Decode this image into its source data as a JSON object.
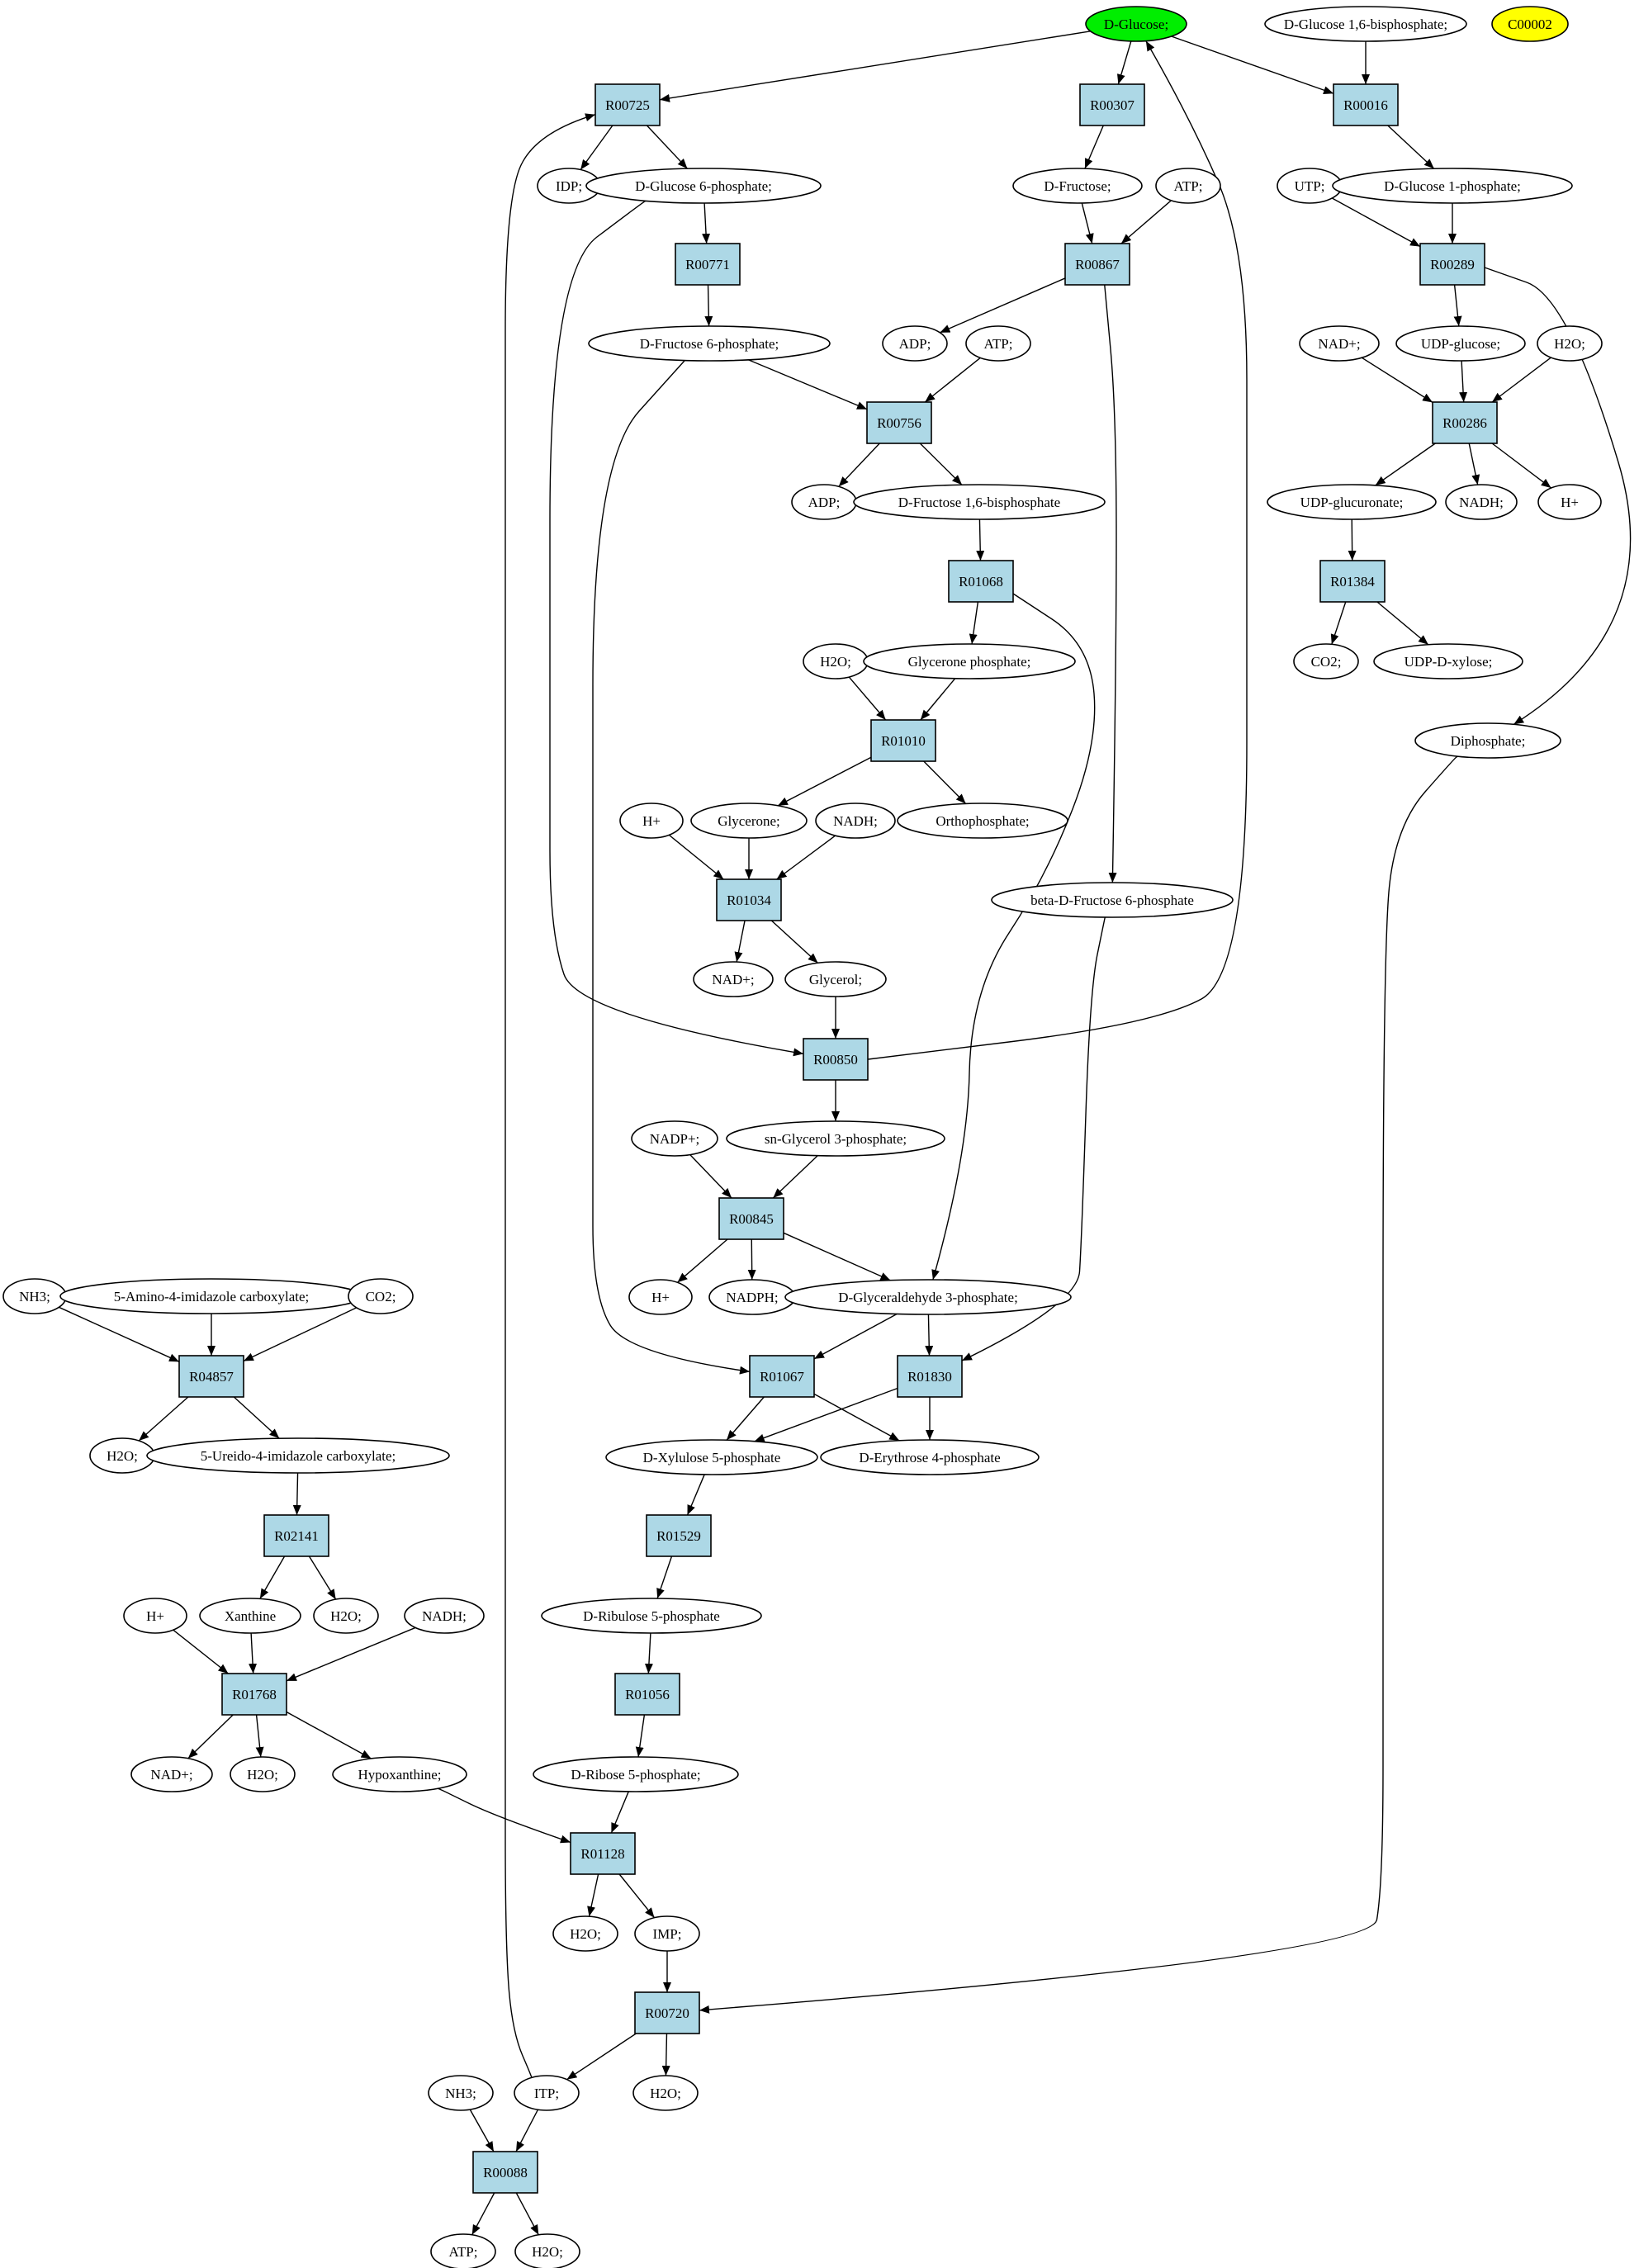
{
  "colors": {
    "reaction_fill": "#add8e6",
    "compound_fill": "#ffffff",
    "highlight_source": "#00ee00",
    "highlight_other": "#ffff00",
    "stroke": "#000000"
  },
  "nodes": [
    {
      "id": "glc",
      "label": "D-Glucose;",
      "shape": "ellipse",
      "fill": "#00ee00"
    },
    {
      "id": "glc16bp",
      "label": "D-Glucose 1,6-bisphosphate;",
      "shape": "ellipse"
    },
    {
      "id": "c00002",
      "label": "C00002",
      "shape": "ellipse",
      "fill": "#ffff00"
    },
    {
      "id": "R00725",
      "label": "R00725",
      "shape": "box"
    },
    {
      "id": "R00307",
      "label": "R00307",
      "shape": "box"
    },
    {
      "id": "R00016",
      "label": "R00016",
      "shape": "box"
    },
    {
      "id": "idp",
      "label": "IDP;",
      "shape": "ellipse"
    },
    {
      "id": "g6p",
      "label": "D-Glucose 6-phosphate;",
      "shape": "ellipse"
    },
    {
      "id": "fru",
      "label": "D-Fructose;",
      "shape": "ellipse"
    },
    {
      "id": "atp1",
      "label": "ATP;",
      "shape": "ellipse"
    },
    {
      "id": "utp",
      "label": "UTP;",
      "shape": "ellipse"
    },
    {
      "id": "g1p",
      "label": "D-Glucose 1-phosphate;",
      "shape": "ellipse"
    },
    {
      "id": "R00771",
      "label": "R00771",
      "shape": "box"
    },
    {
      "id": "R00867",
      "label": "R00867",
      "shape": "box"
    },
    {
      "id": "R00289",
      "label": "R00289",
      "shape": "box"
    },
    {
      "id": "f6p",
      "label": "D-Fructose 6-phosphate;",
      "shape": "ellipse"
    },
    {
      "id": "adp1",
      "label": "ADP;",
      "shape": "ellipse"
    },
    {
      "id": "atp2",
      "label": "ATP;",
      "shape": "ellipse"
    },
    {
      "id": "nadp_r",
      "label": "NAD+;",
      "shape": "ellipse"
    },
    {
      "id": "udpglc",
      "label": "UDP-glucose;",
      "shape": "ellipse"
    },
    {
      "id": "h2o_r",
      "label": "H2O;",
      "shape": "ellipse"
    },
    {
      "id": "R00756",
      "label": "R00756",
      "shape": "box"
    },
    {
      "id": "R00286",
      "label": "R00286",
      "shape": "box"
    },
    {
      "id": "adp2",
      "label": "ADP;",
      "shape": "ellipse"
    },
    {
      "id": "fbp",
      "label": "D-Fructose 1,6-bisphosphate",
      "shape": "ellipse"
    },
    {
      "id": "udpglcA",
      "label": "UDP-glucuronate;",
      "shape": "ellipse"
    },
    {
      "id": "nadh_r",
      "label": "NADH;",
      "shape": "ellipse"
    },
    {
      "id": "h_r",
      "label": "H+",
      "shape": "ellipse"
    },
    {
      "id": "R01068",
      "label": "R01068",
      "shape": "box"
    },
    {
      "id": "R01384",
      "label": "R01384",
      "shape": "box"
    },
    {
      "id": "h2o_a",
      "label": "H2O;",
      "shape": "ellipse"
    },
    {
      "id": "dhap",
      "label": "Glycerone phosphate;",
      "shape": "ellipse"
    },
    {
      "id": "co2_r",
      "label": "CO2;",
      "shape": "ellipse"
    },
    {
      "id": "udpxyl",
      "label": "UDP-D-xylose;",
      "shape": "ellipse"
    },
    {
      "id": "R01010",
      "label": "R01010",
      "shape": "box"
    },
    {
      "id": "ppi",
      "label": "Diphosphate;",
      "shape": "ellipse"
    },
    {
      "id": "h_a",
      "label": "H+",
      "shape": "ellipse"
    },
    {
      "id": "glyone",
      "label": "Glycerone;",
      "shape": "ellipse"
    },
    {
      "id": "nadh_a",
      "label": "NADH;",
      "shape": "ellipse"
    },
    {
      "id": "pi",
      "label": "Orthophosphate;",
      "shape": "ellipse"
    },
    {
      "id": "R01034",
      "label": "R01034",
      "shape": "box"
    },
    {
      "id": "bf6p",
      "label": "beta-D-Fructose 6-phosphate",
      "shape": "ellipse"
    },
    {
      "id": "nad_a",
      "label": "NAD+;",
      "shape": "ellipse"
    },
    {
      "id": "glycerol",
      "label": "Glycerol;",
      "shape": "ellipse"
    },
    {
      "id": "R00850",
      "label": "R00850",
      "shape": "box"
    },
    {
      "id": "g3p",
      "label": "sn-Glycerol 3-phosphate;",
      "shape": "ellipse"
    },
    {
      "id": "nadpp",
      "label": "NADP+;",
      "shape": "ellipse"
    },
    {
      "id": "R00845",
      "label": "R00845",
      "shape": "box"
    },
    {
      "id": "nh3_l",
      "label": "NH3;",
      "shape": "ellipse"
    },
    {
      "id": "aic",
      "label": "5-Amino-4-imidazole carboxylate;",
      "shape": "ellipse"
    },
    {
      "id": "co2_l",
      "label": "CO2;",
      "shape": "ellipse"
    },
    {
      "id": "h_b",
      "label": "H+",
      "shape": "ellipse"
    },
    {
      "id": "nadph",
      "label": "NADPH;",
      "shape": "ellipse"
    },
    {
      "id": "gap",
      "label": "D-Glyceraldehyde 3-phosphate;",
      "shape": "ellipse"
    },
    {
      "id": "R04857",
      "label": "R04857",
      "shape": "box"
    },
    {
      "id": "R01067",
      "label": "R01067",
      "shape": "box"
    },
    {
      "id": "R01830",
      "label": "R01830",
      "shape": "box"
    },
    {
      "id": "h2o_l1",
      "label": "H2O;",
      "shape": "ellipse"
    },
    {
      "id": "uic",
      "label": "5-Ureido-4-imidazole carboxylate;",
      "shape": "ellipse"
    },
    {
      "id": "xu5p",
      "label": "D-Xylulose 5-phosphate",
      "shape": "ellipse"
    },
    {
      "id": "e4p",
      "label": "D-Erythrose 4-phosphate",
      "shape": "ellipse"
    },
    {
      "id": "R02141",
      "label": "R02141",
      "shape": "box"
    },
    {
      "id": "R01529",
      "label": "R01529",
      "shape": "box"
    },
    {
      "id": "h_l",
      "label": "H+",
      "shape": "ellipse"
    },
    {
      "id": "xan",
      "label": "Xanthine",
      "shape": "ellipse"
    },
    {
      "id": "h2o_l2",
      "label": "H2O;",
      "shape": "ellipse"
    },
    {
      "id": "nadh_l",
      "label": "NADH;",
      "shape": "ellipse"
    },
    {
      "id": "ru5p",
      "label": "D-Ribulose 5-phosphate",
      "shape": "ellipse"
    },
    {
      "id": "R01768",
      "label": "R01768",
      "shape": "box"
    },
    {
      "id": "R01056",
      "label": "R01056",
      "shape": "box"
    },
    {
      "id": "nad_l",
      "label": "NAD+;",
      "shape": "ellipse"
    },
    {
      "id": "h2o_l3",
      "label": "H2O;",
      "shape": "ellipse"
    },
    {
      "id": "hyp",
      "label": "Hypoxanthine;",
      "shape": "ellipse"
    },
    {
      "id": "r5p",
      "label": "D-Ribose 5-phosphate;",
      "shape": "ellipse"
    },
    {
      "id": "R01128",
      "label": "R01128",
      "shape": "box"
    },
    {
      "id": "h2o_b1",
      "label": "H2O;",
      "shape": "ellipse"
    },
    {
      "id": "imp",
      "label": "IMP;",
      "shape": "ellipse"
    },
    {
      "id": "R00720",
      "label": "R00720",
      "shape": "box"
    },
    {
      "id": "nh3_b",
      "label": "NH3;",
      "shape": "ellipse"
    },
    {
      "id": "itp",
      "label": "ITP;",
      "shape": "ellipse"
    },
    {
      "id": "h2o_b2",
      "label": "H2O;",
      "shape": "ellipse"
    },
    {
      "id": "R00088",
      "label": "R00088",
      "shape": "box"
    },
    {
      "id": "atp_b",
      "label": "ATP;",
      "shape": "ellipse"
    },
    {
      "id": "h2o_b3",
      "label": "H2O;",
      "shape": "ellipse"
    }
  ],
  "edges": [
    [
      "glc",
      "R00725"
    ],
    [
      "glc",
      "R00307"
    ],
    [
      "glc",
      "R00016"
    ],
    [
      "glc16bp",
      "R00016"
    ],
    [
      "R00725",
      "idp"
    ],
    [
      "R00725",
      "g6p"
    ],
    [
      "R00307",
      "fru"
    ],
    [
      "R00016",
      "g1p"
    ],
    [
      "g6p",
      "R00771"
    ],
    [
      "g6p",
      "R00850"
    ],
    [
      "fru",
      "R00867"
    ],
    [
      "atp1",
      "R00867"
    ],
    [
      "utp",
      "R00289"
    ],
    [
      "g1p",
      "R00289"
    ],
    [
      "R00771",
      "f6p"
    ],
    [
      "R00867",
      "adp1"
    ],
    [
      "R00867",
      "bf6p"
    ],
    [
      "R00289",
      "udpglc"
    ],
    [
      "R00289",
      "ppi"
    ],
    [
      "f6p",
      "R00756"
    ],
    [
      "f6p",
      "R01067"
    ],
    [
      "atp2",
      "R00756"
    ],
    [
      "nadp_r",
      "R00286"
    ],
    [
      "udpglc",
      "R00286"
    ],
    [
      "h2o_r",
      "R00286"
    ],
    [
      "R00756",
      "adp2"
    ],
    [
      "R00756",
      "fbp"
    ],
    [
      "R00286",
      "udpglcA"
    ],
    [
      "R00286",
      "nadh_r"
    ],
    [
      "R00286",
      "h_r"
    ],
    [
      "fbp",
      "R01068"
    ],
    [
      "udpglcA",
      "R01384"
    ],
    [
      "R01068",
      "dhap"
    ],
    [
      "R01068",
      "gap"
    ],
    [
      "R01384",
      "co2_r"
    ],
    [
      "R01384",
      "udpxyl"
    ],
    [
      "h2o_a",
      "R01010"
    ],
    [
      "dhap",
      "R01010"
    ],
    [
      "R01010",
      "glyone"
    ],
    [
      "R01010",
      "pi"
    ],
    [
      "h_a",
      "R01034"
    ],
    [
      "glyone",
      "R01034"
    ],
    [
      "nadh_a",
      "R01034"
    ],
    [
      "R01034",
      "nad_a"
    ],
    [
      "R01034",
      "glycerol"
    ],
    [
      "glycerol",
      "R00850"
    ],
    [
      "R00850",
      "glc"
    ],
    [
      "R00850",
      "g3p"
    ],
    [
      "nadpp",
      "R00845"
    ],
    [
      "g3p",
      "R00845"
    ],
    [
      "R00845",
      "h_b"
    ],
    [
      "R00845",
      "nadph"
    ],
    [
      "R00845",
      "gap"
    ],
    [
      "bf6p",
      "R01830"
    ],
    [
      "nh3_l",
      "R04857"
    ],
    [
      "aic",
      "R04857"
    ],
    [
      "co2_l",
      "R04857"
    ],
    [
      "gap",
      "R01067"
    ],
    [
      "gap",
      "R01830"
    ],
    [
      "R04857",
      "h2o_l1"
    ],
    [
      "R04857",
      "uic"
    ],
    [
      "R01067",
      "xu5p"
    ],
    [
      "R01067",
      "e4p"
    ],
    [
      "R01830",
      "xu5p"
    ],
    [
      "R01830",
      "e4p"
    ],
    [
      "uic",
      "R02141"
    ],
    [
      "xu5p",
      "R01529"
    ],
    [
      "R02141",
      "xan"
    ],
    [
      "R02141",
      "h2o_l2"
    ],
    [
      "R01529",
      "ru5p"
    ],
    [
      "h_l",
      "R01768"
    ],
    [
      "xan",
      "R01768"
    ],
    [
      "nadh_l",
      "R01768"
    ],
    [
      "ru5p",
      "R01056"
    ],
    [
      "R01768",
      "nad_l"
    ],
    [
      "R01768",
      "h2o_l3"
    ],
    [
      "R01768",
      "hyp"
    ],
    [
      "R01056",
      "r5p"
    ],
    [
      "hyp",
      "R01128"
    ],
    [
      "r5p",
      "R01128"
    ],
    [
      "R01128",
      "h2o_b1"
    ],
    [
      "R01128",
      "imp"
    ],
    [
      "imp",
      "R00720"
    ],
    [
      "ppi",
      "R00720"
    ],
    [
      "R00720",
      "itp"
    ],
    [
      "R00720",
      "h2o_b2"
    ],
    [
      "nh3_b",
      "R00088"
    ],
    [
      "itp",
      "R00088"
    ],
    [
      "itp",
      "R00725"
    ],
    [
      "R00088",
      "atp_b"
    ],
    [
      "R00088",
      "h2o_b3"
    ]
  ]
}
